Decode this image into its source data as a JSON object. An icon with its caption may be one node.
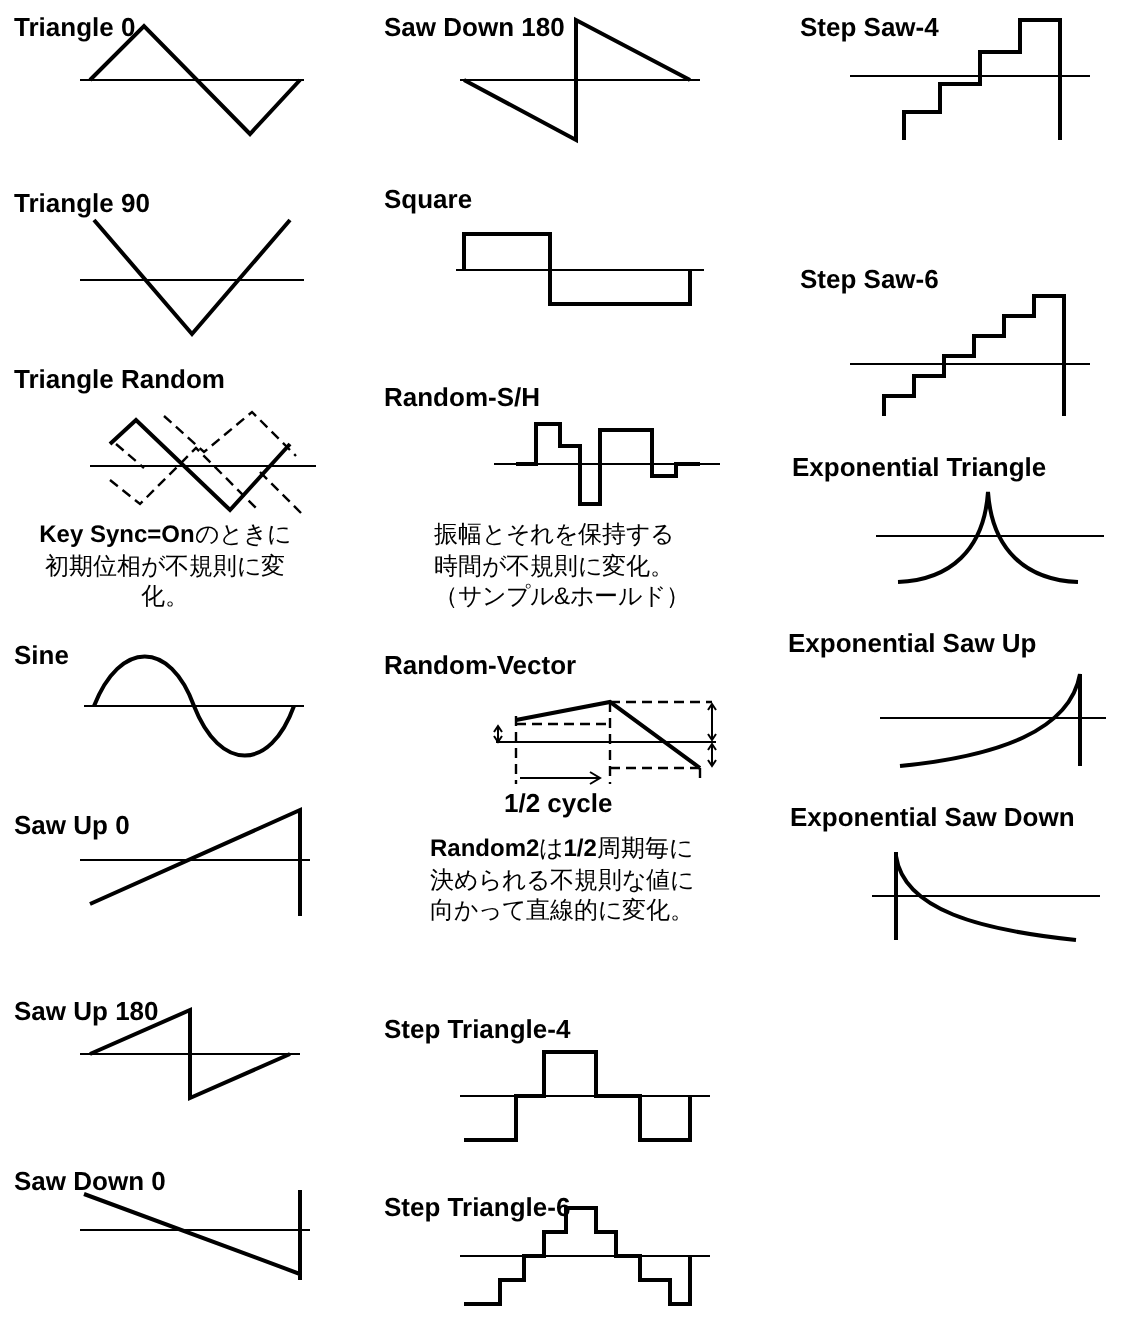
{
  "diagram": {
    "labels": [
      "Triangle 0",
      "Triangle 90",
      "Triangle Random",
      "**Key Sync=On**のときに初期位相が不規則に変化。",
      "Sine",
      "Saw Up 0",
      "Saw Up 180",
      "Saw Down 0",
      "Saw Down 180",
      "Square",
      "Random-S/H",
      "振幅とそれを保持する時間が不規則に変化。（サンプル&ホールド）",
      "Random-Vector",
      "1/2 cycle",
      "**Random2**は**1/2**周期毎に決められる不規則な値に向かって直線的に変化。",
      "Step Triangle-4",
      "Step Triangle-6",
      "Step Saw-4",
      "Step Saw-6",
      "Exponential Triangle",
      "Exponential Saw Up",
      "Exponential Saw Down"
    ]
  }
}
